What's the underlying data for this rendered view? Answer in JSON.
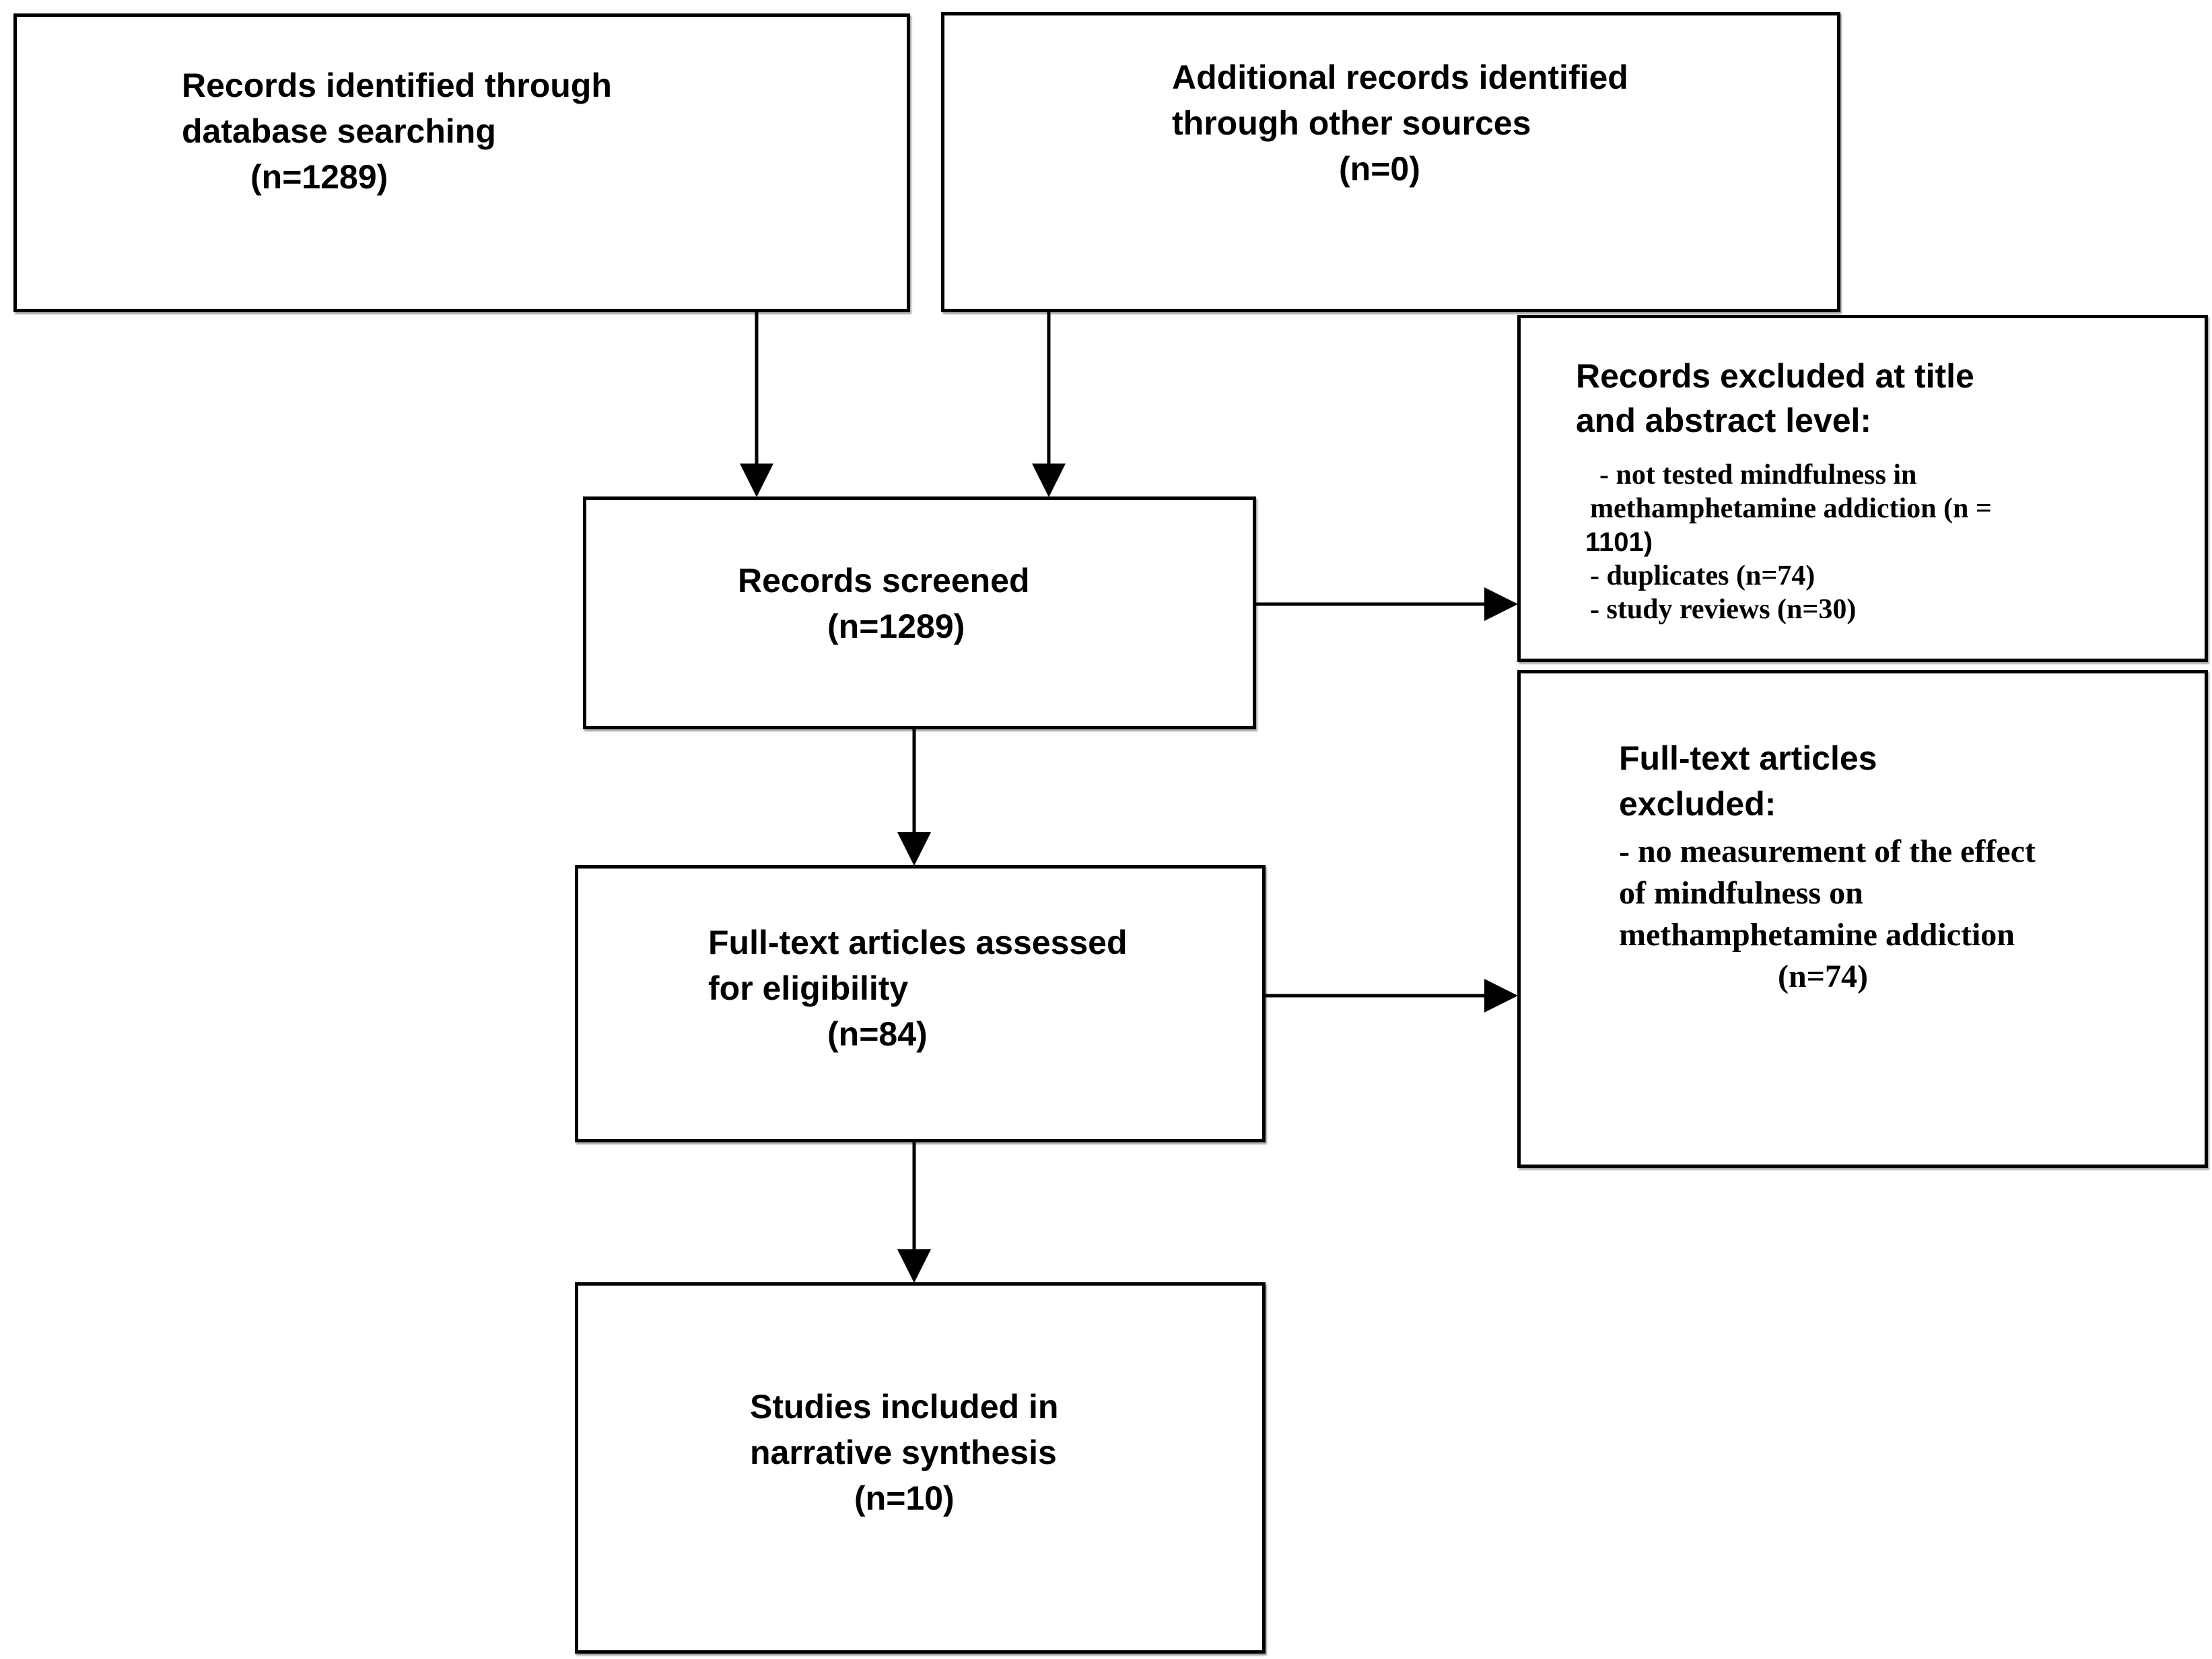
{
  "boxes": {
    "identified_db": {
      "lines": [
        "Records identified through",
        "database searching",
        "(n=1289)"
      ]
    },
    "identified_other": {
      "lines": [
        "Additional records identified",
        "through other sources",
        "(n=0)"
      ]
    },
    "screened": {
      "lines": [
        "Records screened",
        "(n=1289)"
      ]
    },
    "excluded_title": {
      "heading": [
        "Records excluded at title",
        "and abstract level:"
      ],
      "items": [
        "- not tested mindfulness in",
        "methamphetamine addiction (n =",
        "1101)",
        "- duplicates (n=74)",
        "- study reviews (n=30)"
      ]
    },
    "assessed": {
      "lines": [
        "Full-text articles assessed",
        "for eligibility",
        "(n=84)"
      ]
    },
    "fulltext_excluded": {
      "heading": [
        "Full-text articles",
        "excluded:"
      ],
      "items": [
        "- no measurement of the effect",
        "of mindfulness on",
        "methamphetamine addiction",
        "(n=74)"
      ]
    },
    "included": {
      "lines": [
        "Studies included in",
        "narrative synthesis",
        "(n=10)"
      ]
    }
  }
}
